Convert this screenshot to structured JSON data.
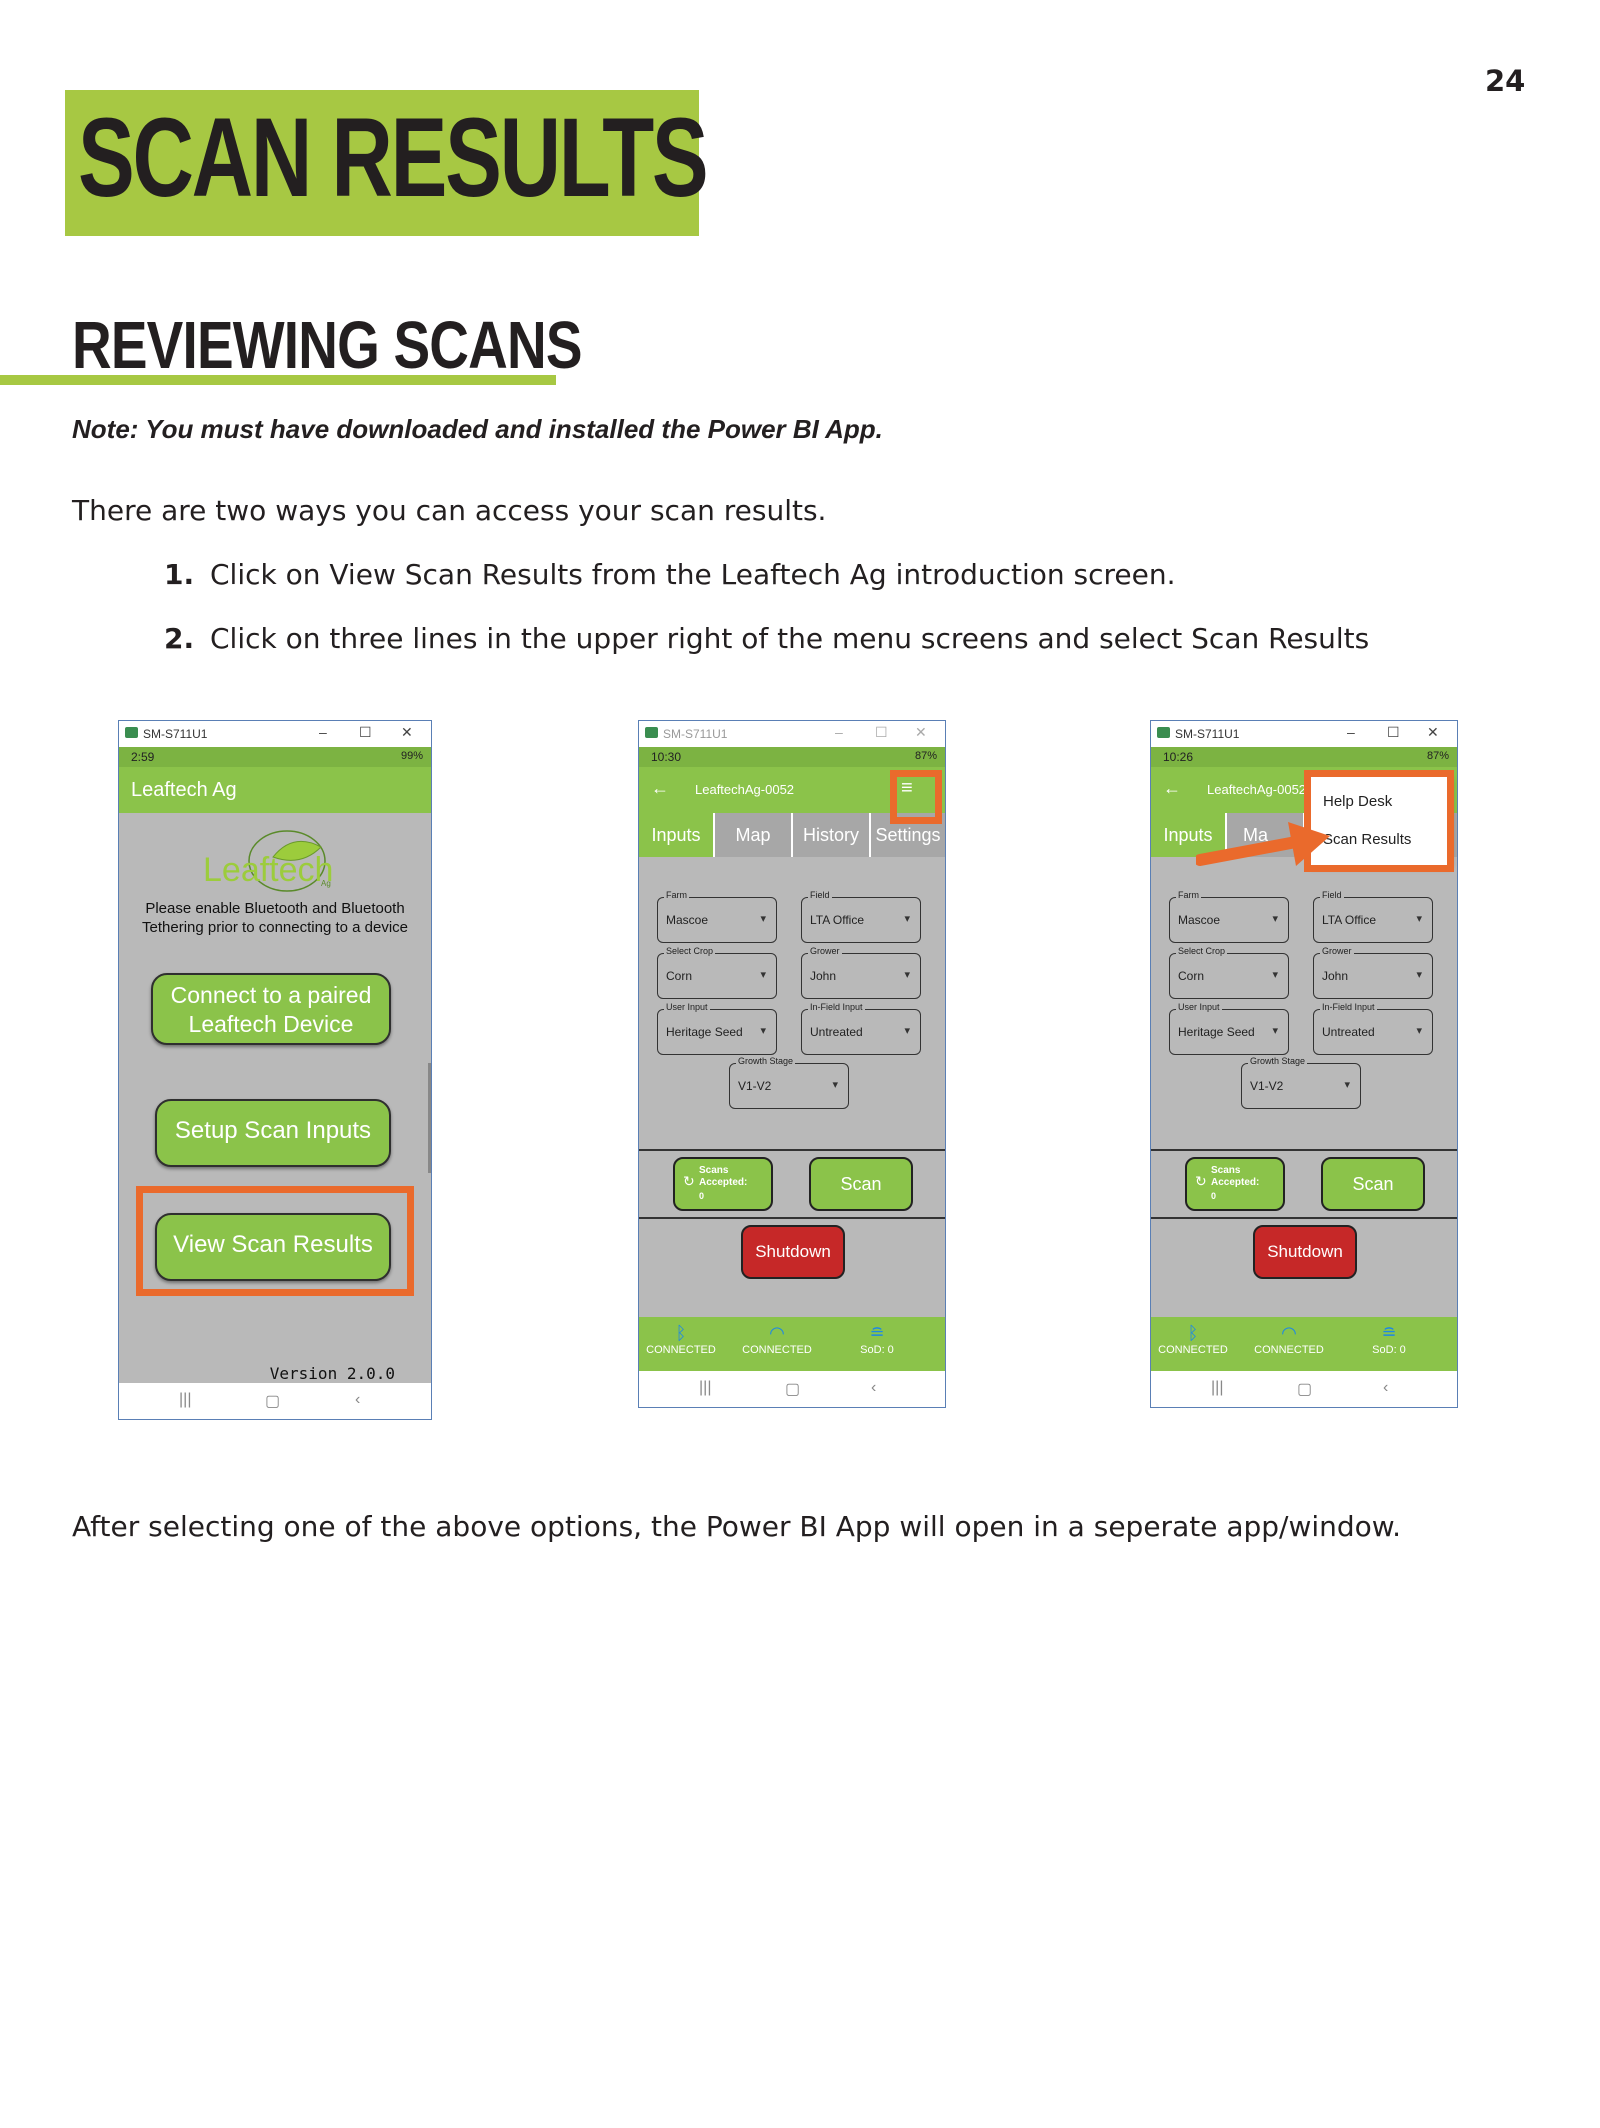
{
  "page_number": "24",
  "title": "SCAN RESULTS",
  "subtitle": "REVIEWING SCANS",
  "note": "Note: You must have downloaded and installed the Power BI App.",
  "intro": "There are two ways you can access your scan results.",
  "steps": [
    {
      "num": "1.",
      "text": "Click on View Scan Results from the Leaftech Ag introduction screen."
    },
    {
      "num": "2.",
      "text": "Click on three lines in the upper right of the menu screens and select Scan Results"
    }
  ],
  "outro": "After selecting one of the above options, the Power BI App will open in a seperate app/window.",
  "colors": {
    "accent_green": "#a7c843",
    "highlight_orange": "#ea6a2c",
    "app_green": "#8bc34a",
    "shutdown_red": "#c62828"
  },
  "screen1": {
    "window_title": "SM-S711U1",
    "status_time": "2:59",
    "status_right": "99%",
    "app_title": "Leaftech Ag",
    "logo_text": "Leaftech",
    "logo_sub": "Ag",
    "message": "Please enable Bluetooth and Bluetooth Tethering prior to connecting to a device",
    "connect_button": "Connect to a paired Leaftech Device",
    "setup_button": "Setup Scan Inputs",
    "view_button": "View Scan Results",
    "version": "Version 2.0.0"
  },
  "screen2": {
    "window_title": "SM-S711U1",
    "status_time": "10:30",
    "status_right": "87%",
    "device_name": "LeaftechAg-0052",
    "tabs": [
      "Inputs",
      "Map",
      "History",
      "Settings"
    ],
    "fields": [
      {
        "label": "Farm",
        "value": "Mascoe"
      },
      {
        "label": "Field",
        "value": "LTA Office"
      },
      {
        "label": "Select Crop",
        "value": "Corn"
      },
      {
        "label": "Grower",
        "value": "John"
      },
      {
        "label": "User Input",
        "value": "Heritage Seed"
      },
      {
        "label": "In-Field Input",
        "value": "Untreated"
      },
      {
        "label": "Growth Stage",
        "value": "V1-V2"
      }
    ],
    "scans_accepted_label": "Scans Accepted:",
    "scans_accepted_count": "0",
    "scan_button": "Scan",
    "shutdown_button": "Shutdown",
    "status_items": [
      "CONNECTED",
      "CONNECTED",
      "SoD: 0"
    ]
  },
  "screen3": {
    "window_title": "SM-S711U1",
    "status_time": "10:26",
    "status_right": "87%",
    "device_name": "LeaftechAg-0052",
    "tabs": [
      "Inputs",
      "Ma"
    ],
    "menu_items": [
      "Help Desk",
      "Scan Results"
    ],
    "fields": [
      {
        "label": "Farm",
        "value": "Mascoe"
      },
      {
        "label": "Field",
        "value": "LTA Office"
      },
      {
        "label": "Select Crop",
        "value": "Corn"
      },
      {
        "label": "Grower",
        "value": "John"
      },
      {
        "label": "User Input",
        "value": "Heritage Seed"
      },
      {
        "label": "In-Field Input",
        "value": "Untreated"
      },
      {
        "label": "Growth Stage",
        "value": "V1-V2"
      }
    ],
    "scans_accepted_label": "Scans Accepted:",
    "scans_accepted_count": "0",
    "scan_button": "Scan",
    "shutdown_button": "Shutdown",
    "status_items": [
      "CONNECTED",
      "CONNECTED",
      "SoD: 0"
    ]
  }
}
